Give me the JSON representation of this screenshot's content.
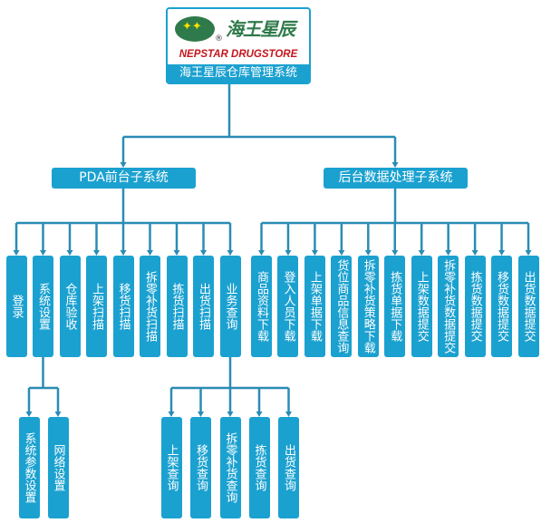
{
  "root": {
    "logo_cn": "海王星辰",
    "logo_en": "NEPSTAR DRUGSTORE",
    "logo_mark": "®",
    "title": "海王星辰仓库管理系统"
  },
  "pda": {
    "label": "PDA前台子系统",
    "items": [
      "登录",
      "系统设置",
      "仓库验收",
      "上架扫描",
      "移货扫描",
      "拆零补货扫描",
      "拣货扫描",
      "出货扫描",
      "业务查询"
    ],
    "settings_children": [
      "系统参数设置",
      "网络设置"
    ],
    "query_children": [
      "上架查询",
      "移货查询",
      "拆零补货查询",
      "拣货查询",
      "出货查询"
    ]
  },
  "backend": {
    "label": "后台数据处理子系统",
    "items": [
      "商品资料下载",
      "登入人员下载",
      "上架单据下载",
      "货位商品信息查询",
      "拆零补货策略下载",
      "拣货单据下载",
      "上架数据提交",
      "拆零补货数据提交",
      "拣货数据提交",
      "移货数据提交",
      "出货数据提交"
    ]
  },
  "colors": {
    "box": "#1ba1d0",
    "line": "#2a8cb5"
  }
}
